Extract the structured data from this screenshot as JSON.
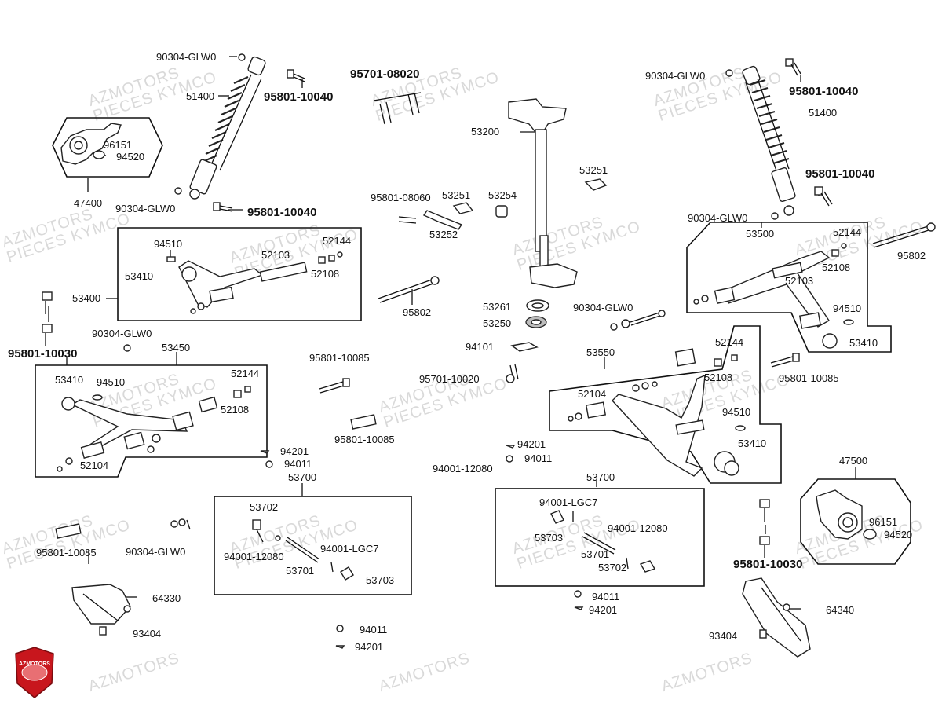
{
  "watermark": {
    "line1": "AZMOTORS",
    "line2": "PIECES KYMCO"
  },
  "logo": {
    "text": "AZMOTORS",
    "color": "#c8161d"
  },
  "labels": {
    "l_90304_top_left": "90304-GLW0",
    "l_51400_left": "51400",
    "l_95801_10040_top": "95801-10040",
    "l_96151_left": "96151",
    "l_94520_left": "94520",
    "l_47400": "47400",
    "l_90304_mid_left": "90304-GLW0",
    "l_95801_10040_mid": "95801-10040",
    "l_95701_08020": "95701-08020",
    "l_53200": "53200",
    "l_53251_a": "53251",
    "l_95801_08060": "95801-08060",
    "l_53251_b": "53251",
    "l_53254": "53254",
    "l_53252": "53252",
    "l_94510_a": "94510",
    "l_52144_a": "52144",
    "l_52103_a": "52103",
    "l_53410_a": "53410",
    "l_52108_a": "52108",
    "l_53400": "53400",
    "l_95802_a": "95802",
    "l_95801_10030_left": "95801-10030",
    "l_90304_GLW0_c": "90304-GLW0",
    "l_53450": "53450",
    "l_53410_b": "53410",
    "l_94510_b": "94510",
    "l_52144_b": "52144",
    "l_52108_b": "52108",
    "l_52104_a": "52104",
    "l_95801_10085_a": "95801-10085",
    "l_95801_10085_b": "95801-10085",
    "l_53261": "53261",
    "l_53250": "53250",
    "l_94101": "94101",
    "l_95701_10020": "95701-10020",
    "l_90304_GLW0_d": "90304-GLW0",
    "l_53550": "53550",
    "l_52144_c": "52144",
    "l_52108_c": "52108",
    "l_52104_b": "52104",
    "l_94510_c": "94510",
    "l_53410_c": "53410",
    "l_95801_10085_c": "95801-10085",
    "l_90304_GLW0_e": "90304-GLW0",
    "l_51400_right": "51400",
    "l_95801_10040_right_top": "95801-10040",
    "l_95801_10040_right_mid": "95801-10040",
    "l_90304_GLW0_f": "90304-GLW0",
    "l_53500": "53500",
    "l_52144_d": "52144",
    "l_95802_b": "95802",
    "l_52103_b": "52103",
    "l_52108_d": "52108",
    "l_94510_d": "94510",
    "l_53410_d": "53410",
    "l_94201_a": "94201",
    "l_94011_a": "94011",
    "l_53700_a": "53700",
    "l_53702_a": "53702",
    "l_94001_12080_a": "94001-12080",
    "l_94001_LGC7_a": "94001-LGC7",
    "l_53701_a": "53701",
    "l_53703_a": "53703",
    "l_94201_b": "94201",
    "l_94011_b": "94011",
    "l_94001_12080_b": "94001-12080",
    "l_53700_b": "53700",
    "l_94001_LGC7_b": "94001-LGC7",
    "l_53703_b": "53703",
    "l_94001_12080_c": "94001-12080",
    "l_53701_b": "53701",
    "l_53702_b": "53702",
    "l_94011_c": "94011",
    "l_94201_c": "94201",
    "l_95801_10085_d": "95801-10085",
    "l_90304_GLW0_g": "90304-GLW0",
    "l_64330": "64330",
    "l_93404_a": "93404",
    "l_94011_d": "94011",
    "l_94201_d": "94201",
    "l_47500": "47500",
    "l_96151_right": "96151",
    "l_94520_right": "94520",
    "l_95801_10030_right": "95801-10030",
    "l_64340": "64340",
    "l_93404_b": "93404"
  }
}
